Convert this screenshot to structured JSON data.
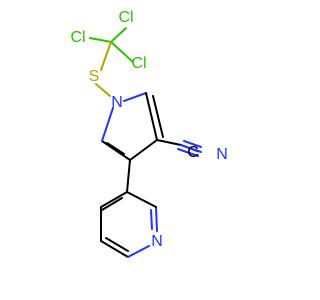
{
  "atoms": {
    "cl_top": "Cl",
    "cl_left": "Cl",
    "cl_right": "Cl",
    "s": "S",
    "n_ring": "N",
    "n_nitrile": "N",
    "n_pyridine": "N"
  },
  "colors": {
    "carbon_bond": "#000000",
    "nitrogen": "#2233ff",
    "chlorine": "#27c400",
    "sulfur": "#b5a300",
    "background": "#ffffff"
  }
}
